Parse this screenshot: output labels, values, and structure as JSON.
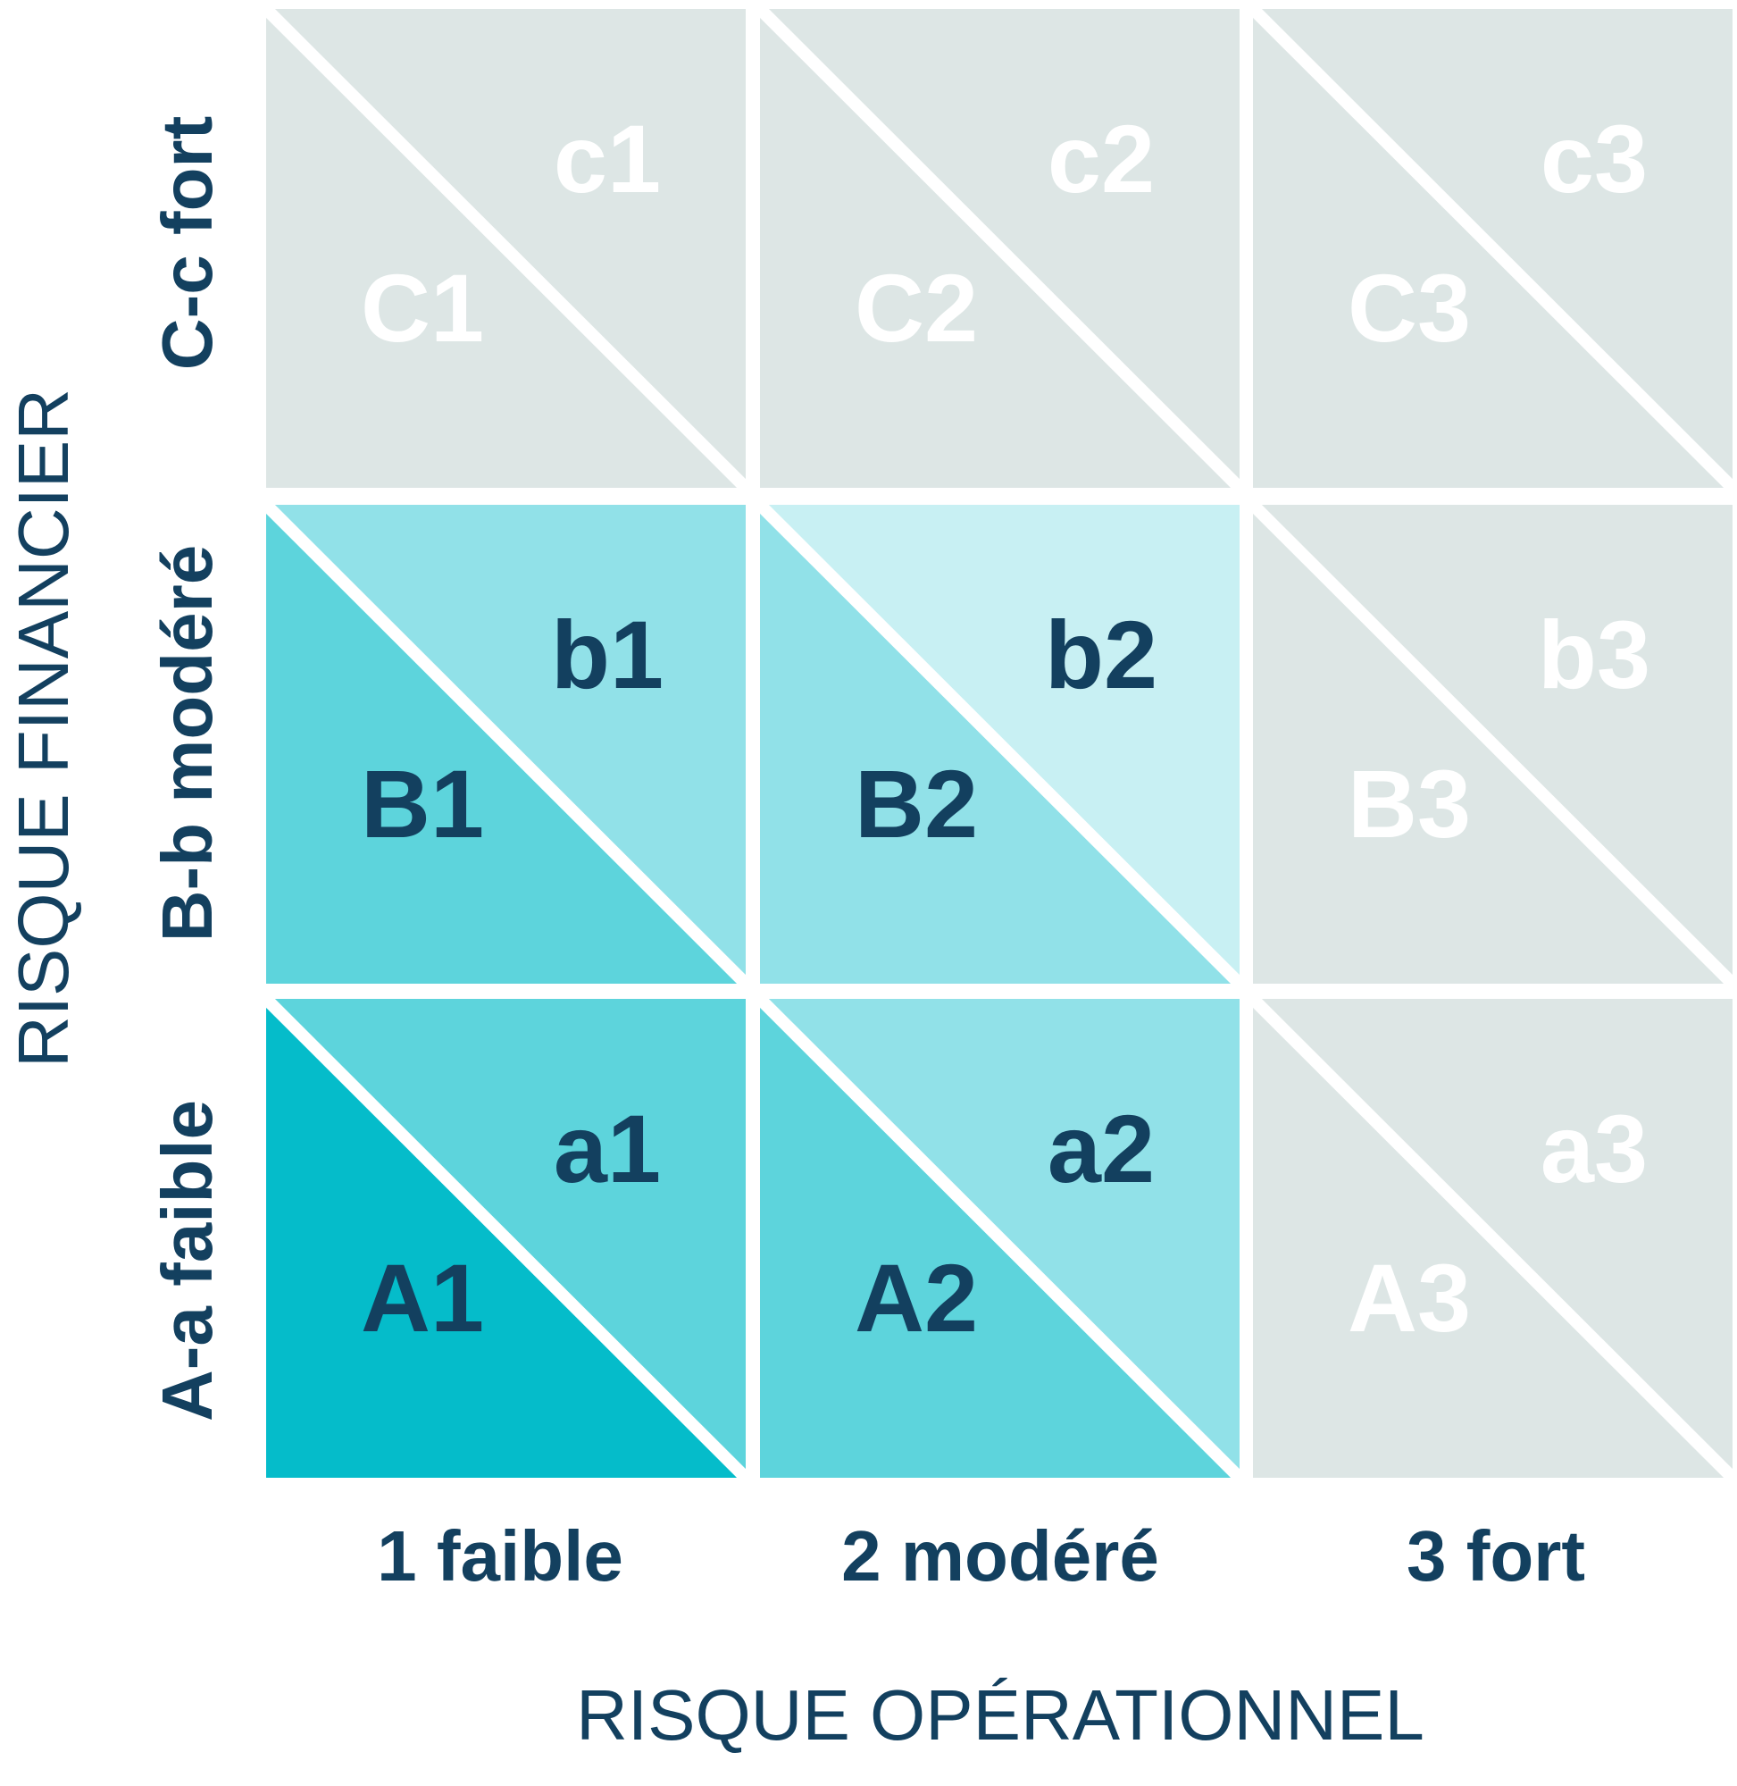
{
  "axes": {
    "x_title": "RISQUE OPÉRATIONNEL",
    "y_title": "RISQUE FINANCIER",
    "x_levels": [
      "1 faible",
      "2 modéré",
      "3 fort"
    ],
    "y_levels": [
      "A-a faible",
      "B-b modéré",
      "C-c fort"
    ]
  },
  "colors": {
    "dark_teal": "#05bcca",
    "mid_teal": "#5dd4dc",
    "light_teal": "#91e1e8",
    "pale_teal": "#c8f0f3",
    "grey": "#dde6e5",
    "label_dark": "#13405f",
    "label_light": "#ffffff",
    "line": "#ffffff"
  },
  "cells": [
    {
      "row": 0,
      "col": 0,
      "lower_label": "A1",
      "upper_label": "a1",
      "lower_fill": "#05bcca",
      "upper_fill": "#5dd4dc",
      "lower_text_color": "#13405f",
      "upper_text_color": "#13405f"
    },
    {
      "row": 0,
      "col": 1,
      "lower_label": "A2",
      "upper_label": "a2",
      "lower_fill": "#5dd4dc",
      "upper_fill": "#91e1e8",
      "lower_text_color": "#13405f",
      "upper_text_color": "#13405f"
    },
    {
      "row": 0,
      "col": 2,
      "lower_label": "A3",
      "upper_label": "a3",
      "lower_fill": "#dde6e5",
      "upper_fill": "#dde6e5",
      "lower_text_color": "#ffffff",
      "upper_text_color": "#ffffff"
    },
    {
      "row": 1,
      "col": 0,
      "lower_label": "B1",
      "upper_label": "b1",
      "lower_fill": "#5dd4dc",
      "upper_fill": "#91e1e8",
      "lower_text_color": "#13405f",
      "upper_text_color": "#13405f"
    },
    {
      "row": 1,
      "col": 1,
      "lower_label": "B2",
      "upper_label": "b2",
      "lower_fill": "#91e1e8",
      "upper_fill": "#c8f0f3",
      "lower_text_color": "#13405f",
      "upper_text_color": "#13405f"
    },
    {
      "row": 1,
      "col": 2,
      "lower_label": "B3",
      "upper_label": "b3",
      "lower_fill": "#dde6e5",
      "upper_fill": "#dde6e5",
      "lower_text_color": "#ffffff",
      "upper_text_color": "#ffffff"
    },
    {
      "row": 2,
      "col": 0,
      "lower_label": "C1",
      "upper_label": "c1",
      "lower_fill": "#dde6e5",
      "upper_fill": "#dde6e5",
      "lower_text_color": "#ffffff",
      "upper_text_color": "#ffffff"
    },
    {
      "row": 2,
      "col": 1,
      "lower_label": "C2",
      "upper_label": "c2",
      "lower_fill": "#dde6e5",
      "upper_fill": "#dde6e5",
      "lower_text_color": "#ffffff",
      "upper_text_color": "#ffffff"
    },
    {
      "row": 2,
      "col": 2,
      "lower_label": "C3",
      "upper_label": "c3",
      "lower_fill": "#dde6e5",
      "upper_fill": "#dde6e5",
      "lower_text_color": "#ffffff",
      "upper_text_color": "#ffffff"
    }
  ]
}
